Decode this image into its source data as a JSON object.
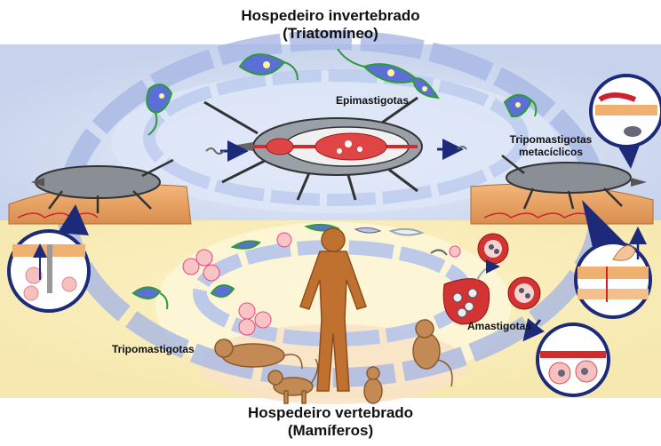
{
  "diagram": {
    "top_title_line1": "Hospedeiro invertebrado",
    "top_title_line2": "(Triatomíneo)",
    "bottom_title_line1": "Hospedeiro vertebrado",
    "bottom_title_line2": "(Mamíferos)",
    "labels": {
      "epimastigotas": "Epimastigotas",
      "tripomastigotas_metaciclicos_line1": "Tripomastigotas",
      "tripomastigotas_metaciclicos_line2": "metacíclicos",
      "amastigotas": "Amastigotas",
      "tripomastigotas": "Tripomastigotas"
    }
  },
  "colors": {
    "upper_bg": "#cfd9ee",
    "lower_bg": "#fbf1c4",
    "cycle_arrow": "#a8b8e4",
    "skin": "#e8a266",
    "human": "#c0712f",
    "animals": "#c48a55",
    "parasite_body": "#5b6fd6",
    "parasite_edge": "#2f9a3a",
    "blood_red": "#d42a2a",
    "inset_ring": "#1d2a7a"
  }
}
